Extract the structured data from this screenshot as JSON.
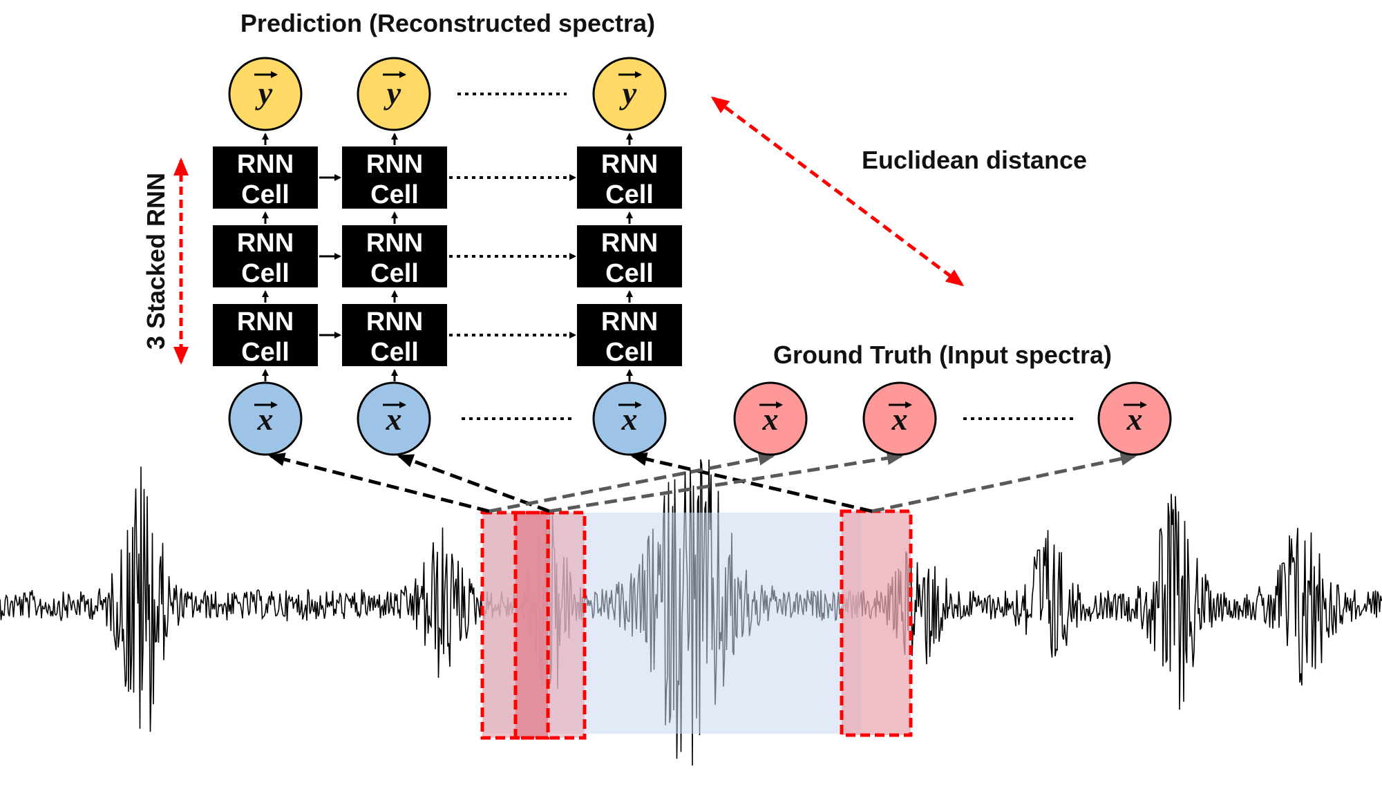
{
  "title": "Prediction (Reconstructed spectra)",
  "distance_label": "Euclidean distance",
  "stack_label": "3 Stacked RNN",
  "ground_truth_label": "Ground Truth (Input spectra)",
  "cell_line1": "RNN",
  "cell_line2": "Cell",
  "output_symbol": "y",
  "input_symbol": "x",
  "colors": {
    "output_node": "#FFD966",
    "input_node": "#9DC3E6",
    "truth_node": "#FF9999",
    "cell": "#000000",
    "accent_red": "#FF0000",
    "window_fill": "#E8A9B4",
    "range_fill": "#C9D8EF"
  },
  "icons": [
    "vector-arrow-icon",
    "double-arrow-icon"
  ]
}
